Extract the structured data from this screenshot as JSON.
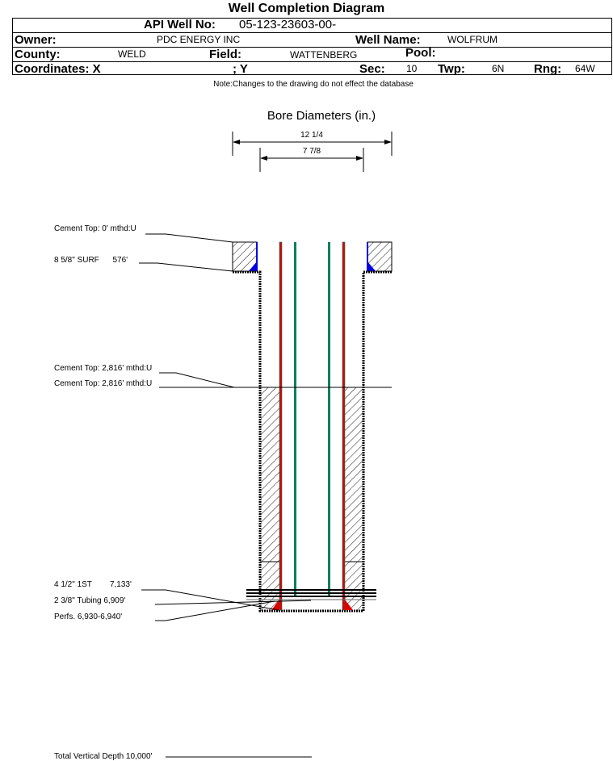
{
  "title": "Well Completion Diagram",
  "header": {
    "api_label": "API Well No:",
    "api_value": "05-123-23603-00-",
    "owner_label": "Owner:",
    "owner_value": "PDC ENERGY INC",
    "well_name_label": "Well Name:",
    "well_name_value": "WOLFRUM",
    "county_label": "County:",
    "county_value": "WELD",
    "field_label": "Field:",
    "field_value": "WATTENBERG",
    "pool_label": "Pool:",
    "coords_label": "Coordinates: X",
    "y_label": "; Y",
    "sec_label": "Sec:",
    "sec_value": "10",
    "twp_label": "Twp:",
    "twp_value": "6N",
    "rng_label": "Rng:",
    "rng_value": "64W"
  },
  "note": "Note:Changes to the drawing do not effect the database",
  "diagram": {
    "bore_title": "Bore Diameters (in.)",
    "bore_outer": "12 1/4",
    "bore_inner": "7 7/8",
    "labels": {
      "cement_top_surface": "Cement Top: 0' mthd:U",
      "surface_casing": "8 5/8\" SURF      576'",
      "cement_top_1": "Cement Top: 2,816' mthd:U",
      "cement_top_2": "Cement Top: 2,816' mthd:U",
      "production_casing": "4 1/2\" 1ST        7,133'",
      "tubing": "2 3/8\" Tubing 6,909'",
      "perfs": "Perfs. 6,930-6,940'",
      "tvd": "Total Vertical Depth 10,000'"
    }
  },
  "colors": {
    "casing": "#e00000",
    "tubing": "#008060",
    "cement_edge": "#0000e0"
  }
}
